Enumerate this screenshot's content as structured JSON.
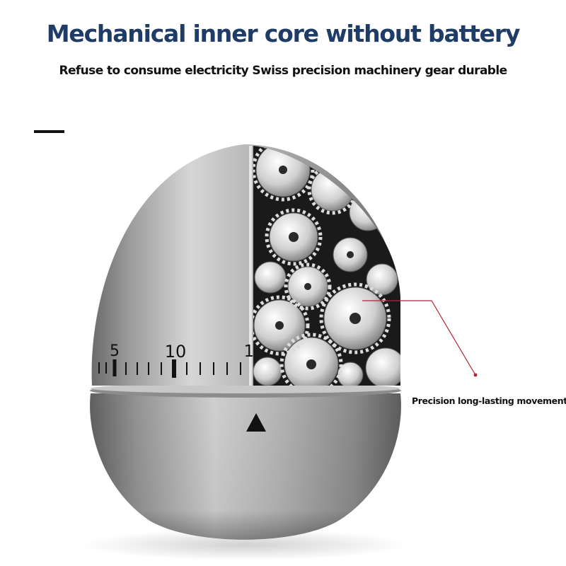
{
  "headline": "Mechanical inner core without battery",
  "subheadline": "Refuse to consume electricity Swiss precision machinery gear durable",
  "callout": {
    "label": "Precision long-lasting movement",
    "color": "#b0263a"
  },
  "dial": {
    "numbers": [
      "5",
      "10",
      "1"
    ]
  },
  "colors": {
    "headline": "#1e3c66",
    "steel": "#a9a9aa",
    "gear_background": "#1a1a1a"
  }
}
